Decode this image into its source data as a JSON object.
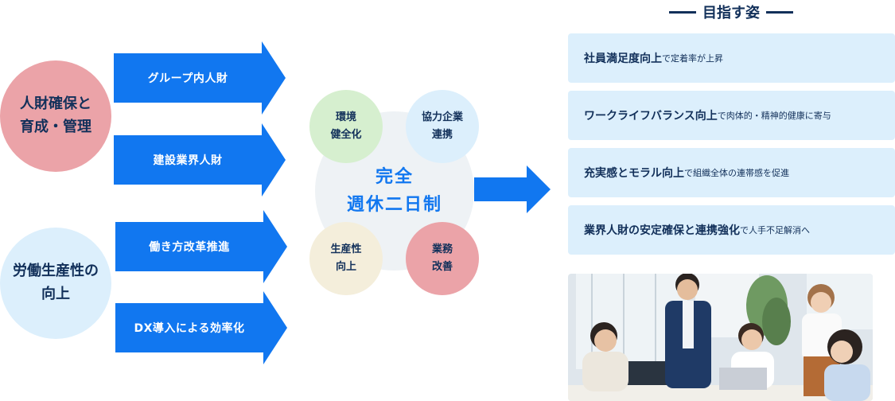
{
  "left": {
    "group1": {
      "circle": "人財確保と\n育成・管理",
      "arrows": [
        "グループ内人財",
        "建設業界人財"
      ],
      "color": "#eba3a8"
    },
    "group2": {
      "circle": "労働生産性の\n向上",
      "arrows": [
        "働き方改革推進",
        "DX導入による効率化"
      ],
      "color": "#dceffc"
    }
  },
  "center": {
    "main": "完全\n週休二日制",
    "satellites": [
      {
        "label": "環境\n健全化",
        "color": "#d6efcf"
      },
      {
        "label": "協力企業\n連携",
        "color": "#dceffc"
      },
      {
        "label": "生産性\n向上",
        "color": "#f4eedb"
      },
      {
        "label": "業務\n改善",
        "color": "#eba3a8"
      }
    ]
  },
  "goals": {
    "title": "目指す姿",
    "items": [
      {
        "strong": "社員満足度向上",
        "small": "で定着率が上昇"
      },
      {
        "strong": "ワークライフバランス向上",
        "small": "で肉体的・精神的健康に寄与"
      },
      {
        "strong": "充実感とモラル向上",
        "small": "で組織全体の連帯感を促進"
      },
      {
        "strong": "業界人財の安定確保と連携強化",
        "small": "で人手不足解消へ"
      }
    ]
  },
  "colors": {
    "accent": "#1177f0",
    "navy": "#12305a",
    "box": "#dceffc"
  }
}
